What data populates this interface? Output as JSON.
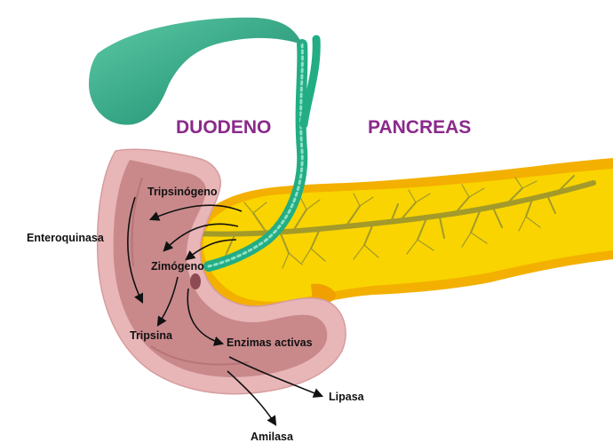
{
  "titles": {
    "duodeno": "DUODENO",
    "pancreas": "PANCREAS"
  },
  "labels": {
    "tripsinogeno": "Tripsinógeno",
    "enteroquinasa": "Enteroquinasa",
    "zimogeno": "Zimógeno",
    "tripsina": "Tripsina",
    "enzimas_activas": "Enzimas activas",
    "lipasa": "Lipasa",
    "amilasa": "Amilasa"
  },
  "colors": {
    "title": "#8a2a8a",
    "pancreas": "#f9cf00",
    "pancreas_edge": "#f3b000",
    "duct": "#a39a2a",
    "bile_duct": "#22ad84",
    "gallbladder": "#1f9e7e",
    "duodenum_outer": "#e9b6b8",
    "duodenum_inner": "#c9898b",
    "arrow": "#111111"
  }
}
